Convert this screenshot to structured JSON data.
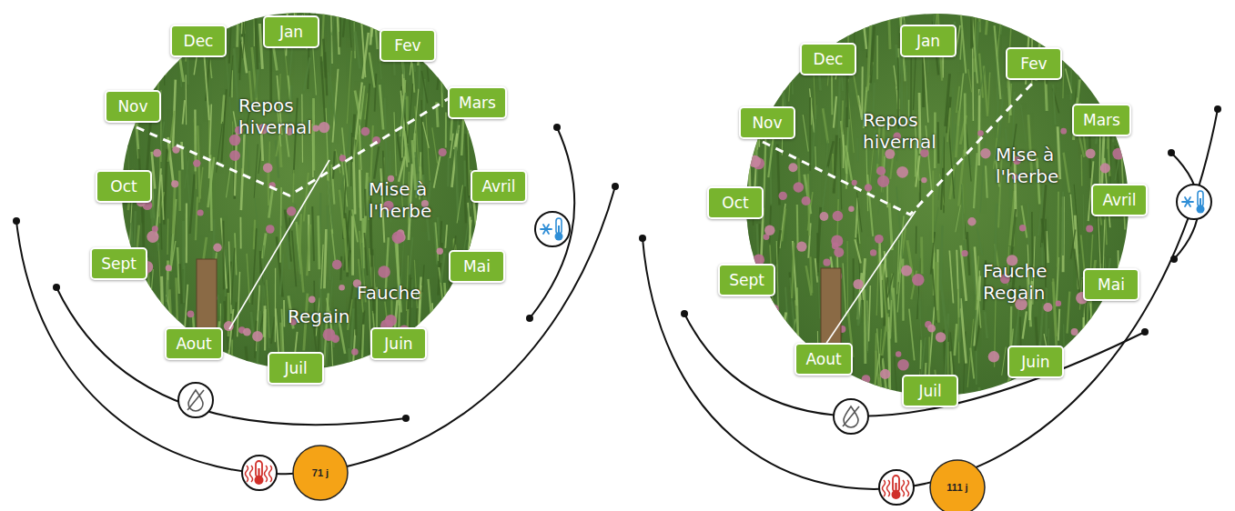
{
  "diagram": {
    "nodes": [
      {
        "text": [
          "Jan"
        ]
      },
      {
        "text": [
          "Fev"
        ]
      },
      {
        "text": [
          "Mars"
        ]
      },
      {
        "text": [
          "Avril"
        ]
      },
      {
        "text": [
          "Mai"
        ]
      },
      {
        "text": [
          "Juin"
        ]
      },
      {
        "text": [
          "Juil"
        ]
      },
      {
        "text": [
          "Aout"
        ]
      },
      {
        "text": [
          "Sept"
        ]
      },
      {
        "text": [
          "Oct"
        ]
      },
      {
        "text": [
          "Nov"
        ]
      },
      {
        "text": [
          "Dec"
        ]
      },
      {
        "text": [
          "71 j"
        ]
      },
      {
        "text": [
          "Jan"
        ]
      },
      {
        "text": [
          "Fev"
        ]
      },
      {
        "text": [
          "Mars"
        ]
      },
      {
        "text": [
          "Avril"
        ]
      },
      {
        "text": [
          "Mai"
        ]
      },
      {
        "text": [
          "Juin"
        ]
      },
      {
        "text": [
          "Juil"
        ]
      },
      {
        "text": [
          "Aout"
        ]
      },
      {
        "text": [
          "Sept"
        ]
      },
      {
        "text": [
          "Oct"
        ]
      },
      {
        "text": [
          "Nov"
        ]
      },
      {
        "text": [
          "Dec"
        ]
      },
      {
        "text": [
          "111 j"
        ]
      }
    ],
    "labels": [
      "Repos hivernal",
      "Mise à l'herbe",
      "Fauche",
      "Regain",
      "Repos hivernal",
      "Mise à l'herbe",
      "Fauche Regain"
    ]
  }
}
